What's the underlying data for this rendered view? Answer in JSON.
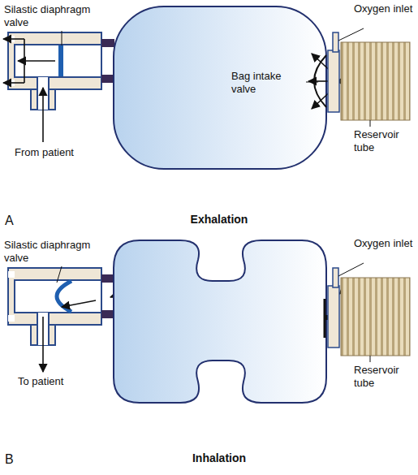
{
  "diagram": {
    "labels": [
      "Silastic diaphragm valve",
      "Oxygen inlet",
      "Bag intake valve",
      "Reservoir tube",
      "From patient",
      "A",
      "Exhalation",
      "Silastic diaphragm valve",
      "Oxygen inlet",
      "Reservoir tube",
      "To patient",
      "B",
      "Inhalation"
    ]
  }
}
